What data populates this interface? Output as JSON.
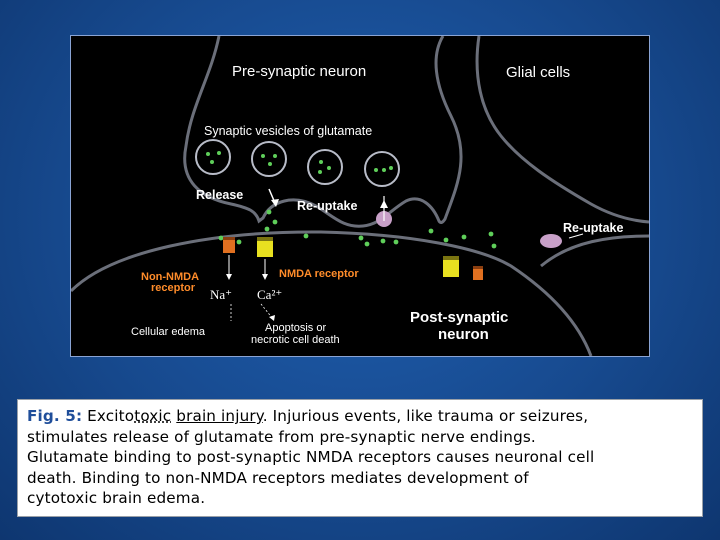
{
  "diagram": {
    "labels": {
      "presynaptic": "Pre-synaptic neuron",
      "glial": "Glial cells",
      "vesicles": "Synaptic vesicles of glutamate",
      "release": "Release",
      "reuptake_pre": "Re-uptake",
      "reuptake_glial": "Re-uptake",
      "non_nmda_line1": "Non-NMDA",
      "non_nmda_line2": "receptor",
      "nmda": "NMDA receptor",
      "na": "Na⁺",
      "ca": "Ca²⁺",
      "postsynaptic_line1": "Post-synaptic",
      "postsynaptic_line2": "neuron",
      "edema": "Cellular edema",
      "apoptosis_line1": "Apoptosis or",
      "apoptosis_line2": "necrotic cell death"
    },
    "colors": {
      "membrane": "#6b6f7a",
      "glutamate": "#5fcf5a",
      "nmda_receptor": "#e8e020",
      "non_nmda_receptor": "#e07020",
      "transporter": "#c8a0c8",
      "label_orange": "#ff8c2a"
    }
  },
  "caption": {
    "fig_label": "Fig. 5:",
    "part1": " Excito",
    "link1": "toxic",
    "part2": " ",
    "link2": "brain injury",
    "part3": ". Injurious events, like trauma or seizures,",
    "line2": "stimulates release of glutamate from pre-synaptic nerve endings.",
    "line3": "Glutamate  binding to post-synaptic NMDA receptors causes neuronal cell",
    "line4": "death. Binding to non-NMDA receptors mediates development of",
    "line5": "cytotoxic brain edema."
  }
}
